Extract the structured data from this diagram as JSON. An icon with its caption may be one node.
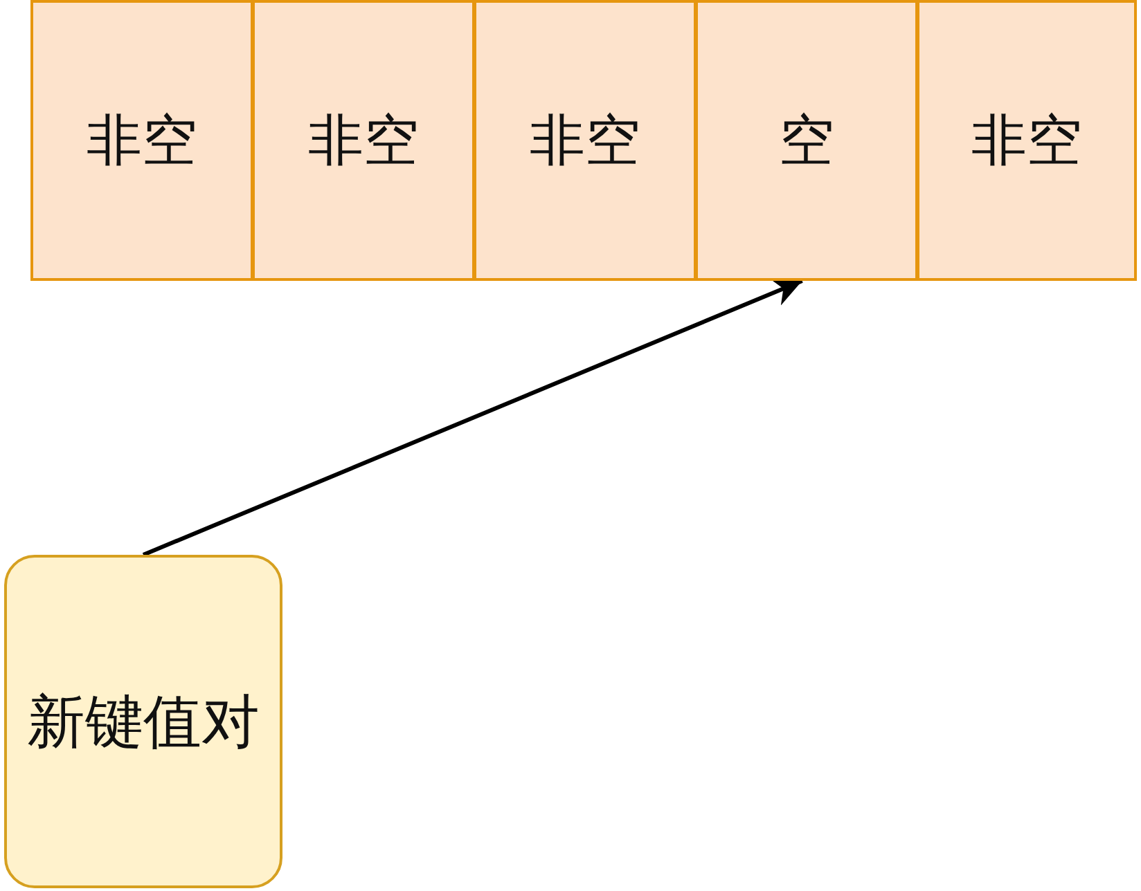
{
  "diagram": {
    "nodes": [
      {
        "text": [
          "非空"
        ]
      },
      {
        "text": [
          "非空"
        ]
      },
      {
        "text": [
          "非空"
        ]
      },
      {
        "text": [
          "空"
        ]
      },
      {
        "text": [
          "非空"
        ]
      },
      {
        "text": [
          "新键值对"
        ]
      }
    ],
    "edges": [
      {
        "from": 5,
        "to": 3,
        "arrow": "to"
      }
    ]
  }
}
